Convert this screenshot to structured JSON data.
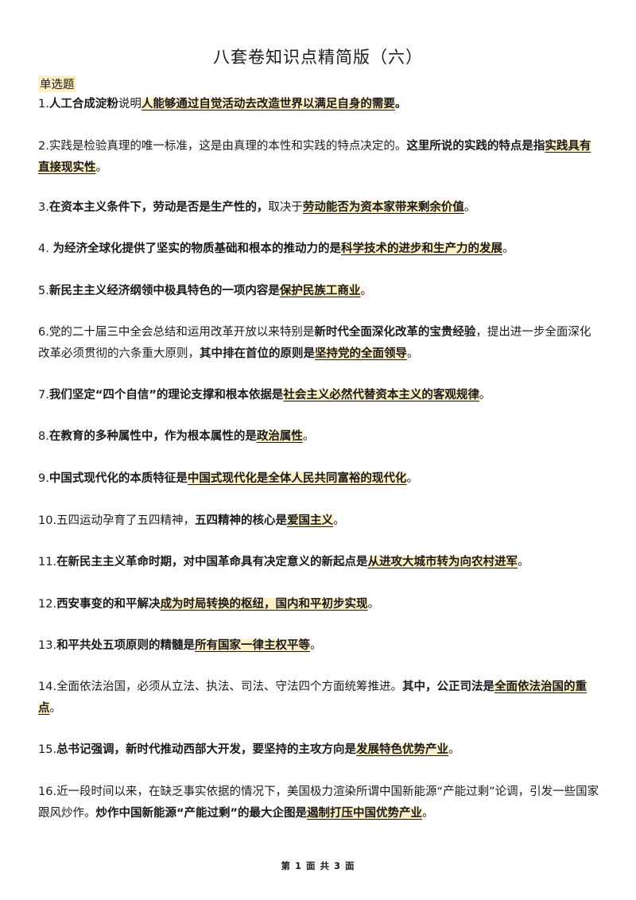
{
  "title": "八套卷知识点精简版（六）",
  "section_label": "单选题",
  "questions": [
    {
      "number": "1.",
      "parts": [
        {
          "s": "b",
          "t": "人工合成淀粉"
        },
        {
          "s": "t",
          "t": "说明"
        },
        {
          "s": "h",
          "t": "人能够通过自觉活动去改造世界以满足自身的需要"
        },
        {
          "s": "b",
          "t": "。"
        }
      ]
    },
    {
      "number": "2.",
      "parts": [
        {
          "s": "t",
          "t": "实践是检验真理的唯一标准，这是由真理的本性和实践的特点决定的。"
        },
        {
          "s": "b",
          "t": "这里所说的实践的特点是指"
        },
        {
          "s": "h",
          "t": "实践具有直接现实性"
        },
        {
          "s": "t",
          "t": "。"
        }
      ]
    },
    {
      "number": "3.",
      "parts": [
        {
          "s": "b",
          "t": "在资本主义条件下，劳动是否是生产性的，"
        },
        {
          "s": "t",
          "t": "取决于"
        },
        {
          "s": "h",
          "t": "劳动能否为资本家带来剩余价值"
        },
        {
          "s": "t",
          "t": "。"
        }
      ]
    },
    {
      "number": "4. ",
      "parts": [
        {
          "s": "b",
          "t": "为经济全球化提供了坚实的物质基础和根本的推动力的是"
        },
        {
          "s": "h",
          "t": "科学技术的进步和生产力的发展"
        },
        {
          "s": "t",
          "t": "。"
        }
      ]
    },
    {
      "number": "5.",
      "parts": [
        {
          "s": "b",
          "t": "新民主主义经济纲领中极具特色的一项内容是"
        },
        {
          "s": "h",
          "t": "保护民族工商业"
        },
        {
          "s": "t",
          "t": "。"
        }
      ]
    },
    {
      "number": "6.",
      "parts": [
        {
          "s": "t",
          "t": "党的二十届三中全会总结和运用改革开放以来特别是"
        },
        {
          "s": "b",
          "t": "新时代全面深化改革的宝贵经验"
        },
        {
          "s": "t",
          "t": "，提出进一步全面深化改革必须贯彻的六条重大原则，"
        },
        {
          "s": "b",
          "t": "其中排在首位的原则是"
        },
        {
          "s": "h",
          "t": "坚持党的全面领导"
        },
        {
          "s": "t",
          "t": "。"
        }
      ]
    },
    {
      "number": "7.",
      "parts": [
        {
          "s": "b",
          "t": "我们坚定“四个自信”的理论支撑和根本依据是"
        },
        {
          "s": "h",
          "t": "社会主义必然代替资本主义的客观规律"
        },
        {
          "s": "t",
          "t": "。"
        }
      ]
    },
    {
      "number": "8.",
      "parts": [
        {
          "s": "b",
          "t": "在教育的多种属性中，作为根本属性的是"
        },
        {
          "s": "h",
          "t": "政治属性"
        },
        {
          "s": "t",
          "t": "。"
        }
      ]
    },
    {
      "number": "9.",
      "parts": [
        {
          "s": "b",
          "t": "中国式现代化的本质特征是"
        },
        {
          "s": "h",
          "t": "中国式现代化是全体人民共同富裕的现代化"
        },
        {
          "s": "t",
          "t": "。"
        }
      ]
    },
    {
      "number": "10.",
      "parts": [
        {
          "s": "t",
          "t": "五四运动孕育了五四精神，"
        },
        {
          "s": "b",
          "t": "五四精神的核心是"
        },
        {
          "s": "h",
          "t": "爱国主义"
        },
        {
          "s": "t",
          "t": "。"
        }
      ]
    },
    {
      "number": "11.",
      "parts": [
        {
          "s": "b",
          "t": "在新民主主义革命时期，对中国革命具有决定意义的新起点是"
        },
        {
          "s": "h",
          "t": "从进攻大城市转为向农村进军"
        },
        {
          "s": "t",
          "t": "。"
        }
      ]
    },
    {
      "number": "12.",
      "parts": [
        {
          "s": "b",
          "t": "西安事变的和平解决"
        },
        {
          "s": "h",
          "t": "成为时局转换的枢纽，国内和平初步实现"
        },
        {
          "s": "t",
          "t": "。"
        }
      ]
    },
    {
      "number": "13.",
      "parts": [
        {
          "s": "b",
          "t": "和平共处五项原则的精髓是"
        },
        {
          "s": "h",
          "t": "所有国家一律主权平等"
        },
        {
          "s": "t",
          "t": "。"
        }
      ]
    },
    {
      "number": "14.",
      "parts": [
        {
          "s": "t",
          "t": "全面依法治国，必须从立法、执法、司法、守法四个方面统筹推进。"
        },
        {
          "s": "b",
          "t": "其中，公正司法是"
        },
        {
          "s": "h",
          "t": "全面依法治国的重点"
        },
        {
          "s": "t",
          "t": "。"
        }
      ]
    },
    {
      "number": "15.",
      "parts": [
        {
          "s": "b",
          "t": "总书记强调，新时代推动西部大开发，要坚持的主攻方向是"
        },
        {
          "s": "h",
          "t": "发展特色优势产业"
        },
        {
          "s": "t",
          "t": "。"
        }
      ]
    },
    {
      "number": "16.",
      "parts": [
        {
          "s": "t",
          "t": "近一段时间以来，在缺乏事实依据的情况下，美国极力渲染所谓中国新能源“产能过剩”论调，引发一些国家跟风炒作。"
        },
        {
          "s": "b",
          "t": "炒作中国新能源“产能过剩”的最大企图是"
        },
        {
          "s": "h",
          "t": "遏制打压中国优势产业"
        },
        {
          "s": "t",
          "t": "。"
        }
      ]
    }
  ],
  "footer": "第 1 面 共 3 面"
}
